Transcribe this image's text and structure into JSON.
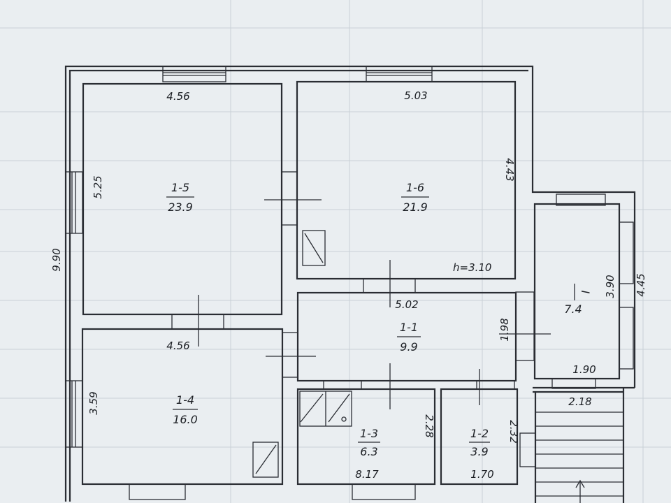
{
  "plan": {
    "rooms": [
      {
        "id": "1-5",
        "area": "23.9",
        "top": "4.56",
        "side": "5.25"
      },
      {
        "id": "1-6",
        "area": "21.9",
        "top": "5.03",
        "side": "4.43",
        "height_note": "h=3.10"
      },
      {
        "id": "1-1",
        "area": "9.9",
        "top": "5.02",
        "side": "1.98"
      },
      {
        "id": "1-4",
        "area": "16.0",
        "top": "4.56",
        "side": "3.59"
      },
      {
        "id": "1-3",
        "area": "6.3",
        "bottom": "8.17",
        "side": "2.28"
      },
      {
        "id": "1-2",
        "area": "3.9",
        "bottom": "1.70",
        "side": "2.32"
      },
      {
        "id": "I",
        "area": "7.4",
        "side": "3.90",
        "bottom": "1.90"
      }
    ],
    "overall": {
      "left_height": "9.90",
      "annex_right": "4.45",
      "annex_bottom": "2.18"
    }
  }
}
